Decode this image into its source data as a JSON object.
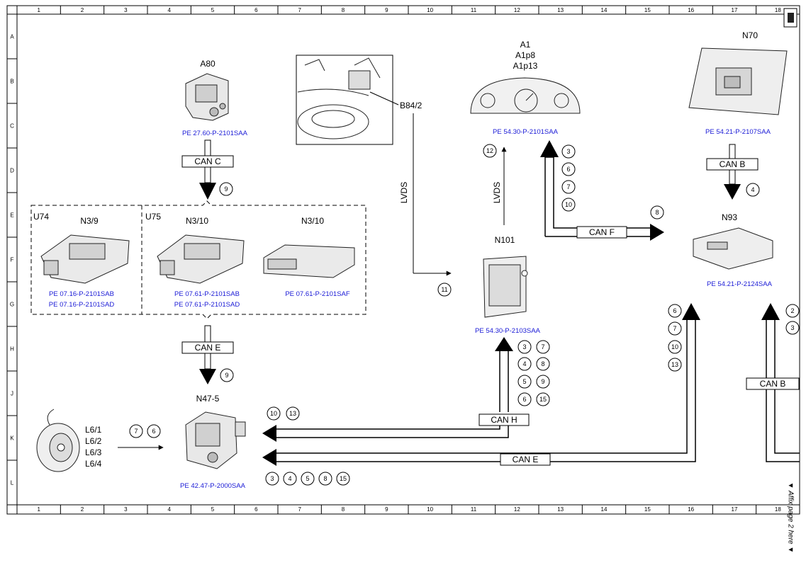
{
  "grid": {
    "columns": [
      "1",
      "2",
      "3",
      "4",
      "5",
      "6",
      "7",
      "8",
      "9",
      "10",
      "11",
      "12",
      "13",
      "14",
      "15",
      "16",
      "17",
      "18"
    ],
    "rows": [
      "A",
      "B",
      "C",
      "D",
      "E",
      "F",
      "G",
      "H",
      "J",
      "K",
      "L"
    ]
  },
  "components": {
    "a80": {
      "label": "A80",
      "pe": "PE 27.60-P-2101SAA"
    },
    "b84": {
      "label": "B84/2"
    },
    "a1": {
      "labels": [
        "A1",
        "A1p8",
        "A1p13"
      ],
      "pe": "PE 54.30-P-2101SAA"
    },
    "n70": {
      "label": "N70",
      "pe": "PE 54.21-P-2107SAA"
    },
    "n93": {
      "label": "N93",
      "pe": "PE 54.21-P-2124SAA"
    },
    "n101": {
      "label": "N101",
      "pe": "PE 54.30-P-2103SAA"
    },
    "u74": {
      "label": "U74",
      "sub": "N3/9",
      "pe": [
        "PE 07.16-P-2101SAB",
        "PE 07.16-P-2101SAD"
      ]
    },
    "u75": {
      "label": "U75",
      "sub": "N3/10",
      "pe": [
        "PE 07.61-P-2101SAB",
        "PE 07.61-P-2101SAD"
      ]
    },
    "n310b": {
      "label": "N3/10",
      "pe": "PE 07.61-P-2101SAF"
    },
    "n47": {
      "label": "N47-5",
      "pe": "PE 42.47-P-2000SAA"
    },
    "l6": {
      "labels": [
        "L6/1",
        "L6/2",
        "L6/3",
        "L6/4"
      ]
    }
  },
  "buses": {
    "canc": "CAN C",
    "cane_top": "CAN E",
    "canf": "CAN F",
    "canb_top": "CAN B",
    "canb_right": "CAN B",
    "canh": "CAN H",
    "cane_bottom": "CAN E",
    "lvds1": "LVDS",
    "lvds2": "LVDS"
  },
  "circles": {
    "c_canc": "9",
    "c_cane": "9",
    "c_a1": [
      "3",
      "6",
      "7",
      "10"
    ],
    "c_canf": "8",
    "c_lvds": "12",
    "c_n101": "11",
    "c_canb": "4",
    "c_n47_top": [
      "10",
      "13"
    ],
    "c_n47_bot": [
      "3",
      "4",
      "5",
      "8",
      "15"
    ],
    "c_l6": [
      "7",
      "6"
    ],
    "c_canh_left": [
      "3",
      "4",
      "5",
      "6"
    ],
    "c_canh_right": [
      "7",
      "8",
      "9",
      "15"
    ],
    "c_mid": [
      "6",
      "7",
      "10",
      "13"
    ],
    "c_right": [
      "2",
      "3"
    ]
  },
  "affix": "▼ Affix page 2 here ▼"
}
